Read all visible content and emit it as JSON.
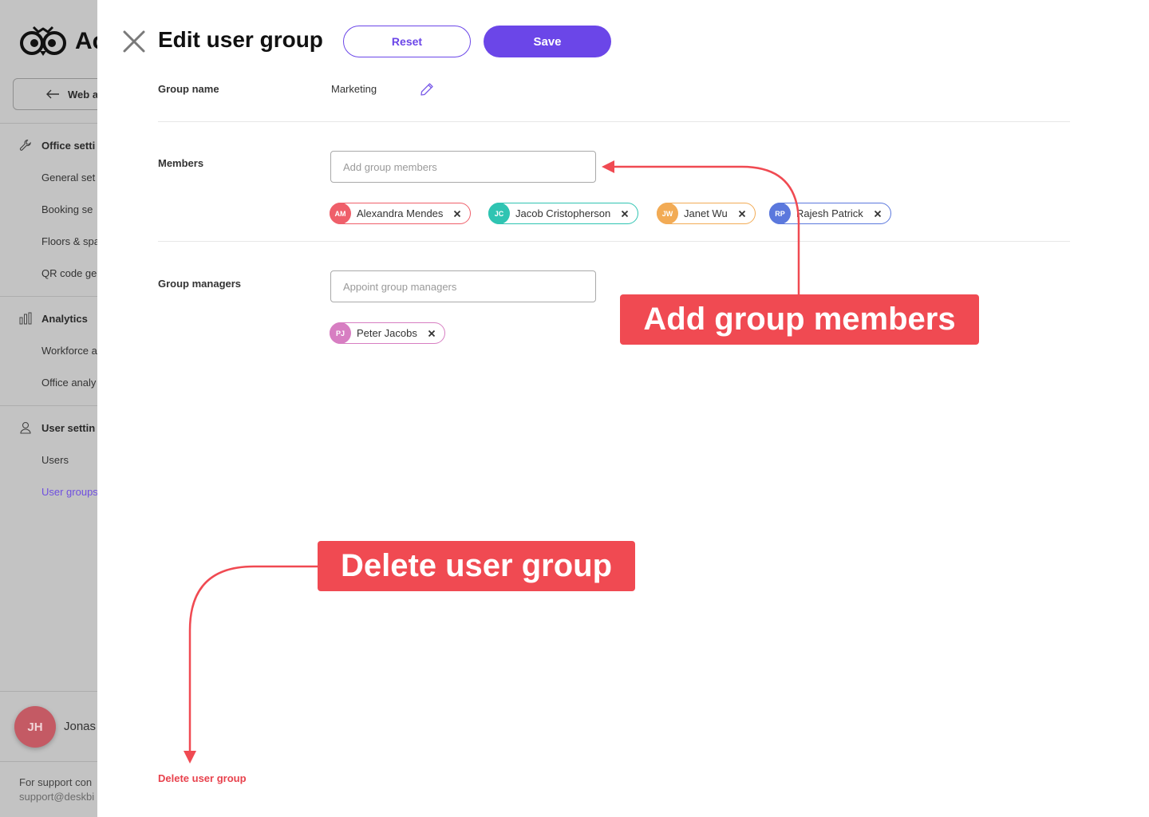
{
  "sidebar": {
    "brand": "Ac",
    "back_button": "Web a",
    "sections": {
      "office": {
        "title": "Office setti",
        "items": [
          "General set",
          "Booking se",
          "Floors & spa",
          "QR code ge"
        ]
      },
      "analytics": {
        "title": "Analytics",
        "items": [
          "Workforce a",
          "Office analy"
        ]
      },
      "user_settings": {
        "title": "User settin",
        "items": [
          "Users",
          "User groups"
        ]
      }
    },
    "user": {
      "initials": "JH",
      "name": "Jonas"
    },
    "support": {
      "line1": "For support con",
      "line2": "support@deskbi"
    }
  },
  "header": {
    "title": "Edit user group",
    "reset_label": "Reset",
    "save_label": "Save"
  },
  "form": {
    "group_name_label": "Group name",
    "group_name_value": "Marketing",
    "members_label": "Members",
    "members_placeholder": "Add group members",
    "members": [
      {
        "initials": "AM",
        "name": "Alexandra Mendes",
        "color": "#ef5f6a"
      },
      {
        "initials": "JC",
        "name": "Jacob Cristopherson",
        "color": "#2fc4b2"
      },
      {
        "initials": "JW",
        "name": "Janet Wu",
        "color": "#f2ab55"
      },
      {
        "initials": "RP",
        "name": "Rajesh Patrick",
        "color": "#5b78dd"
      }
    ],
    "managers_label": "Group managers",
    "managers_placeholder": "Appoint group managers",
    "managers": [
      {
        "initials": "PJ",
        "name": "Peter Jacobs",
        "color": "#d77ec2"
      }
    ],
    "delete_label": "Delete user group"
  },
  "annotations": {
    "add_members": "Add group members",
    "delete_group": "Delete user group",
    "color": "#f04a52"
  },
  "colors": {
    "accent": "#6b46e8",
    "danger": "#e8424d"
  }
}
